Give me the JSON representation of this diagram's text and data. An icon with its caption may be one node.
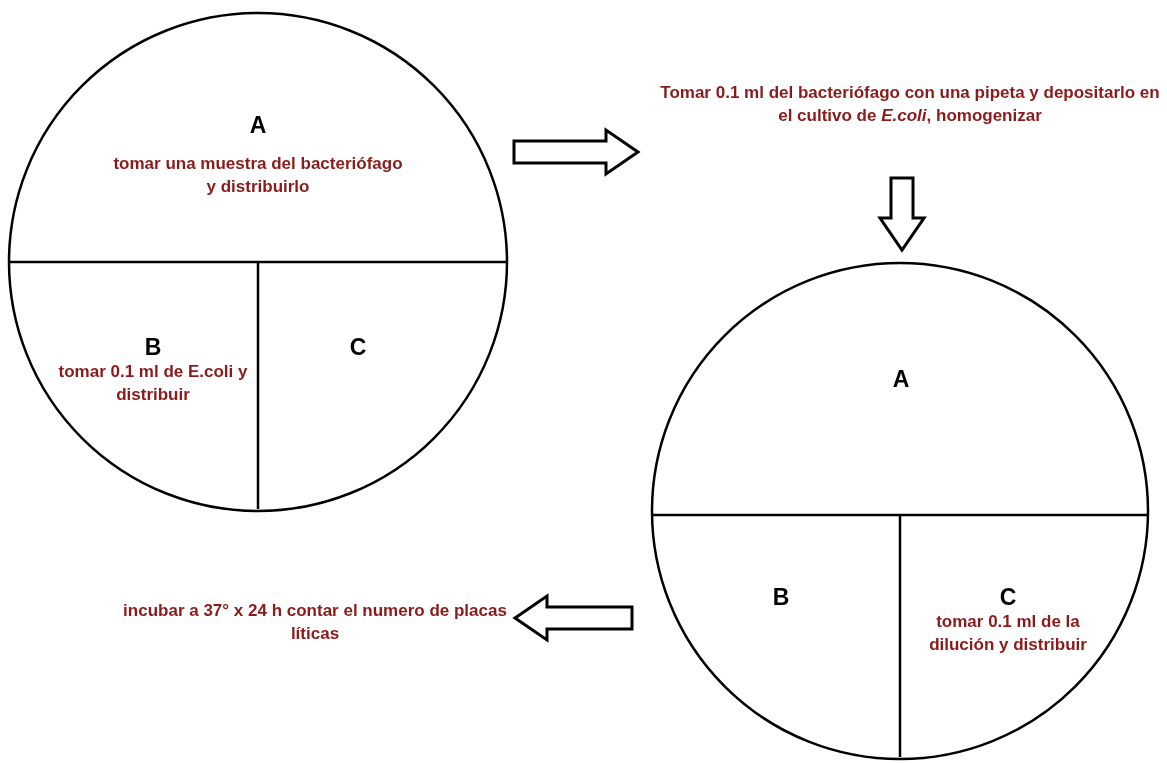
{
  "diagram": {
    "nodes": [
      {
        "text": [],
        "shape": "circle"
      },
      {
        "text": [
          "A",
          "tomar una muestra del bacteriófago y distribuirlo"
        ],
        "in": 0
      },
      {
        "text": [
          "B",
          "tomar 0.1 ml de E.coli y distribuir"
        ],
        "in": 0
      },
      {
        "text": [
          "C"
        ],
        "in": 0
      },
      {
        "text": [
          "Tomar 0.1 ml del bacteriófago con una pipeta y depositarlo en el cultivo de *E.coli*, homogenizar"
        ]
      },
      {
        "text": [],
        "shape": "circle"
      },
      {
        "text": [
          "A"
        ],
        "in": 5
      },
      {
        "text": [
          "B"
        ],
        "in": 5
      },
      {
        "text": [
          "C",
          "tomar 0.1 ml de la dilución y distribuir"
        ],
        "in": 5
      },
      {
        "text": [
          "incubar a 37° x 24 h contar el numero de placas líticas"
        ]
      }
    ],
    "edges": [
      {
        "from": 0,
        "to": 4,
        "arrow": "to"
      },
      {
        "from": 4,
        "to": 5,
        "arrow": "to"
      },
      {
        "from": 5,
        "to": 9,
        "arrow": "to"
      }
    ]
  }
}
